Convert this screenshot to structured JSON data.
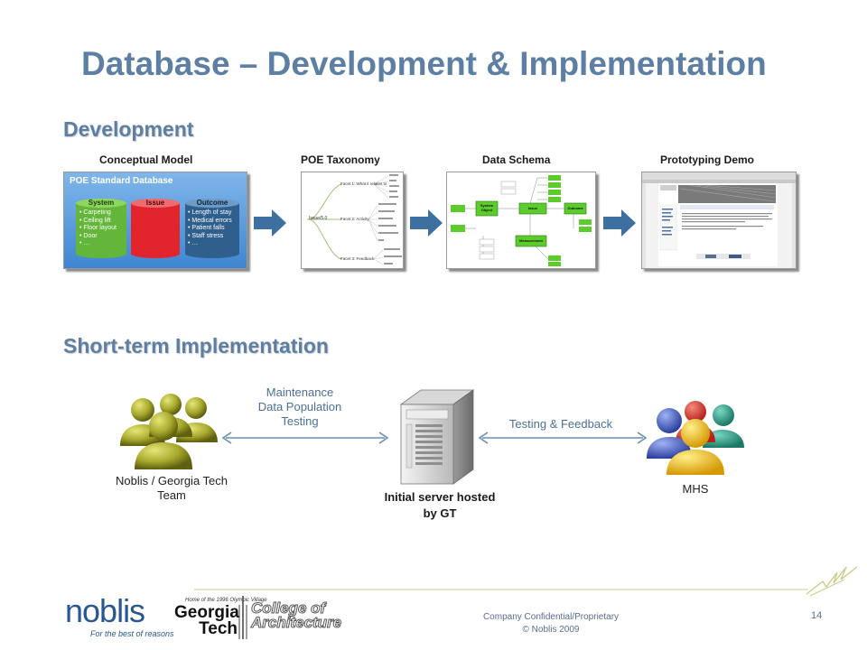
{
  "slide": {
    "title": "Database – Development & Implementation",
    "number": "14"
  },
  "development": {
    "heading": "Development",
    "steps": [
      {
        "caption": "Conceptual Model"
      },
      {
        "caption": "POE Taxonomy"
      },
      {
        "caption": "Data Schema"
      },
      {
        "caption": "Prototyping Demo"
      }
    ],
    "conceptual_model": {
      "header": "POE Standard Database",
      "cylinders": [
        {
          "label": "System",
          "color": "#63b63a",
          "items": [
            "• Carpeting",
            "• Ceiling lift",
            "• Floor layout",
            "• Door",
            "• …"
          ]
        },
        {
          "label": "Issue",
          "color": "#e2242c",
          "items": []
        },
        {
          "label": "Outcome",
          "color": "#2f5f8d",
          "items": [
            "• Length of stay",
            "• Medical errors",
            "• Patient falls",
            "• Staff stress",
            "• …"
          ]
        }
      ]
    },
    "taxonomy": {
      "root": "Issue/5.0",
      "facets": [
        "Facet 1: What it relates to",
        "Facet 2: Activity",
        "Facet 3: Feedback"
      ]
    },
    "schema": {
      "nodes": [
        "System Object",
        "Issue",
        "Outcome",
        "Measurement"
      ]
    }
  },
  "implementation": {
    "heading": "Short-term Implementation",
    "left_group": {
      "label_line1": "Noblis / Georgia Tech",
      "label_line2": "Team"
    },
    "left_link": {
      "line1": "Maintenance",
      "line2": "Data Population",
      "line3": "Testing"
    },
    "server": {
      "line1": "Initial server hosted",
      "line2": "by GT"
    },
    "right_link": {
      "label": "Testing & Feedback"
    },
    "right_group": {
      "label": "MHS"
    }
  },
  "footer": {
    "confidential": "Company Confidential/Proprietary",
    "copyright": "© Noblis 2009",
    "noblis_logo": "noblis",
    "noblis_tagline": "For the best of reasons",
    "gt_line1": "Georgia",
    "gt_line2": "Tech",
    "gt_note": "Home of the 1996 Olympic Village",
    "coa_line1": "College of",
    "coa_line2": "Architecture"
  },
  "colors": {
    "title": "#5d7fa3",
    "arrow": "#3d6fa0",
    "olive_group": "#a7a82c"
  }
}
